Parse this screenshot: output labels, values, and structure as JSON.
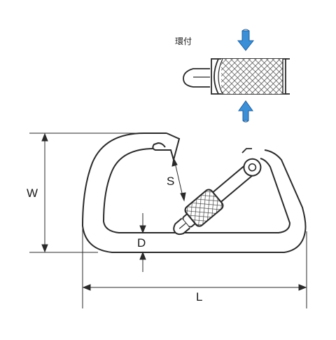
{
  "diagram": {
    "inset_label": "環付",
    "dimensions": {
      "width_label": "W",
      "length_label": "L",
      "gate_opening_label": "S",
      "diameter_label": "D"
    },
    "colors": {
      "line": "#2a2a2a",
      "arrow_fill": "#3a8fd6",
      "arrow_shade": "#1f5f9e",
      "knurl": "#555555"
    }
  }
}
